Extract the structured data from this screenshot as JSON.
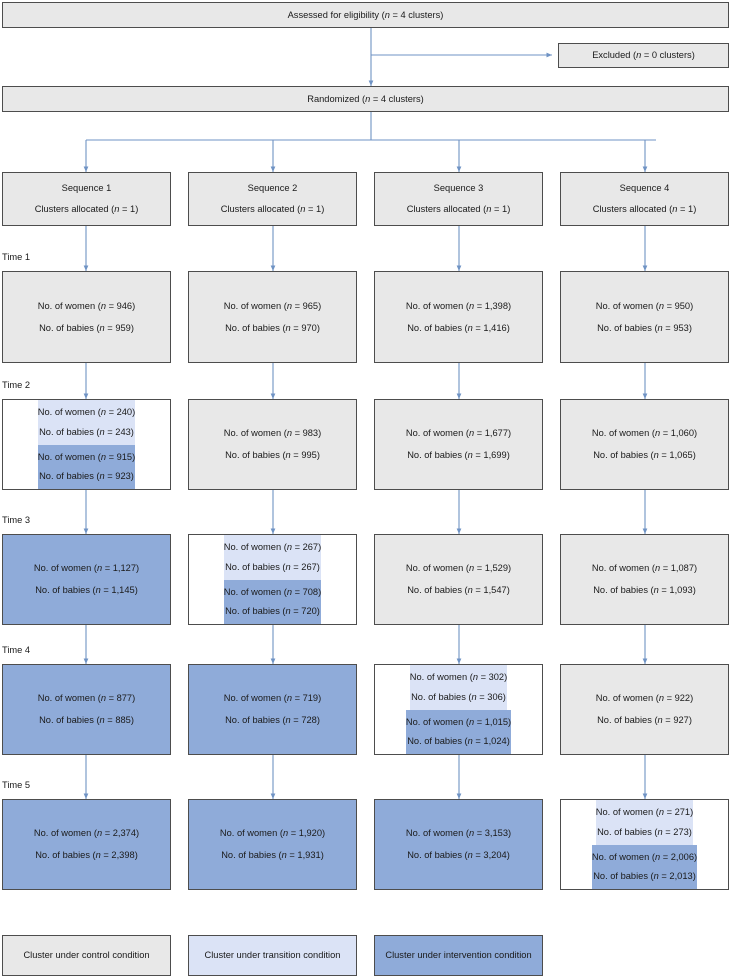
{
  "figure": {
    "type": "flow-diagram",
    "title": "CONSORT stepped-wedge cluster randomized trial flow diagram"
  },
  "header": {
    "assessed": "Assessed for eligibility (n = 4 clusters)",
    "excluded": "Excluded (n = 0 clusters)",
    "randomized": "Randomized (n = 4 clusters)"
  },
  "sequences": [
    {
      "name": "Sequence 1",
      "allocated": "Clusters allocated (n = 1)"
    },
    {
      "name": "Sequence 2",
      "allocated": "Clusters allocated (n = 1)"
    },
    {
      "name": "Sequence 3",
      "allocated": "Clusters allocated (n = 1)"
    },
    {
      "name": "Sequence 4",
      "allocated": "Clusters allocated (n = 1)"
    }
  ],
  "time_labels": [
    "Time 1",
    "Time 2",
    "Time 3",
    "Time 4",
    "Time 5"
  ],
  "cells": {
    "t1s1": {
      "condition": "control",
      "split": false,
      "lines": [
        "No. of women (n = 946)",
        "No. of babies (n = 959)"
      ]
    },
    "t1s2": {
      "condition": "control",
      "split": false,
      "lines": [
        "No. of women (n = 965)",
        "No. of babies (n = 970)"
      ]
    },
    "t1s3": {
      "condition": "control",
      "split": false,
      "lines": [
        "No. of women (n = 1,398)",
        "No. of babies (n = 1,416)"
      ]
    },
    "t1s4": {
      "condition": "control",
      "split": false,
      "lines": [
        "No. of women (n = 950)",
        "No. of babies (n = 953)"
      ]
    },
    "t2s1": {
      "condition": "split-transition-intervention",
      "split": true,
      "top_condition": "transition",
      "bottom_condition": "intervention",
      "top_lines": [
        "No. of women  (n = 240)",
        "No. of babies (n = 243)"
      ],
      "bottom_lines": [
        "No. of women (n = 915)",
        "No. of babies (n = 923)"
      ]
    },
    "t2s2": {
      "condition": "control",
      "split": false,
      "lines": [
        "No. of women (n = 983)",
        "No. of babies (n = 995)"
      ]
    },
    "t2s3": {
      "condition": "control",
      "split": false,
      "lines": [
        "No. of women (n = 1,677)",
        "No. of babies (n = 1,699)"
      ]
    },
    "t2s4": {
      "condition": "control",
      "split": false,
      "lines": [
        "No. of women (n = 1,060)",
        "No. of babies (n = 1,065)"
      ]
    },
    "t3s1": {
      "condition": "intervention",
      "split": false,
      "lines": [
        "No. of women (n = 1,127)",
        "No. of babies (n = 1,145)"
      ]
    },
    "t3s2": {
      "condition": "split-transition-intervention",
      "split": true,
      "top_condition": "transition",
      "bottom_condition": "intervention",
      "top_lines": [
        "No. of women (n = 267)",
        "No. of babies (n = 267)"
      ],
      "bottom_lines": [
        "No. of women (n = 708)",
        "No. of babies (n = 720)"
      ]
    },
    "t3s3": {
      "condition": "control",
      "split": false,
      "lines": [
        "No. of women (n = 1,529)",
        "No. of babies (n = 1,547)"
      ]
    },
    "t3s4": {
      "condition": "control",
      "split": false,
      "lines": [
        "No. of women (n = 1,087)",
        "No. of babies (n = 1,093)"
      ]
    },
    "t4s1": {
      "condition": "intervention",
      "split": false,
      "lines": [
        "No. of women (n = 877)",
        "No. of babies (n = 885)"
      ]
    },
    "t4s2": {
      "condition": "intervention",
      "split": false,
      "lines": [
        "No. of women (n = 719)",
        "No. of babies (n = 728)"
      ]
    },
    "t4s3": {
      "condition": "split-transition-intervention",
      "split": true,
      "top_condition": "transition",
      "bottom_condition": "intervention",
      "top_lines": [
        "No. of women  (n = 302)",
        "No. of babies  (n = 306)"
      ],
      "bottom_lines": [
        "No. of women (n = 1,015)",
        "No. of babies (n = 1,024)"
      ]
    },
    "t4s4": {
      "condition": "control",
      "split": false,
      "lines": [
        "No. of women (n = 922)",
        "No. of babies (n = 927)"
      ]
    },
    "t5s1": {
      "condition": "intervention",
      "split": false,
      "lines": [
        "No. of women (n = 2,374)",
        "No. of babies (n = 2,398)"
      ]
    },
    "t5s2": {
      "condition": "intervention",
      "split": false,
      "lines": [
        "No. of women (n = 1,920)",
        "No. of babies (n = 1,931)"
      ]
    },
    "t5s3": {
      "condition": "intervention",
      "split": false,
      "lines": [
        "No. of women (n = 3,153)",
        "No. of babies (n = 3,204)"
      ]
    },
    "t5s4": {
      "condition": "split-transition-intervention",
      "split": true,
      "top_condition": "transition",
      "bottom_condition": "intervention",
      "top_lines": [
        "No. of women (n = 271)",
        "No. of babies (n = 273)"
      ],
      "bottom_lines": [
        "No. of women (n = 2,006)",
        "No. of babies (n = 2,013)"
      ]
    }
  },
  "legend": [
    {
      "label": "Cluster under control condition",
      "condition": "control"
    },
    {
      "label": "Cluster under transition condition",
      "condition": "transition"
    },
    {
      "label": "Cluster under intervention condition",
      "condition": "intervention"
    }
  ],
  "colors": {
    "control_fill": "#e8e8e8",
    "transition_fill": "#dbe3f6",
    "intervention_fill": "#8fabd9",
    "box_border": "#4d4d4d",
    "connector": "#6f93c4",
    "text": "#1a1a1a",
    "background": "#ffffff"
  }
}
